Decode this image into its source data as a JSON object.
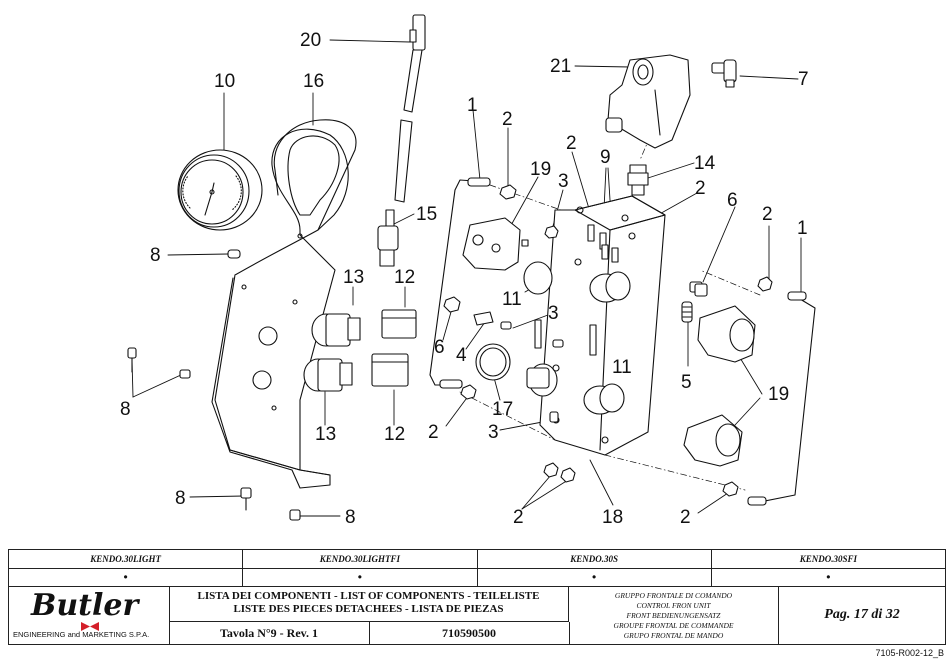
{
  "callouts": {
    "c20": "20",
    "c10": "10",
    "c16": "16",
    "c21": "21",
    "c7": "7",
    "c1a": "1",
    "c2a": "2",
    "c19a": "19",
    "c3a": "3",
    "c2b": "2",
    "c9": "9",
    "c14": "14",
    "c2c": "2",
    "c15": "15",
    "c8a": "8",
    "c13a": "13",
    "c12a": "12",
    "c6a": "6",
    "c2d": "2",
    "c1b": "1",
    "c11a": "11",
    "c3b": "3",
    "c6b": "6",
    "c4": "4",
    "c11b": "11",
    "c5": "5",
    "c19b": "19",
    "c8b": "8",
    "c13b": "13",
    "c12b": "12",
    "c2e": "2",
    "c17": "17",
    "c3c": "3",
    "c8c": "8",
    "c8d": "8",
    "c2f": "2",
    "c18": "18",
    "c2g": "2"
  },
  "models": [
    "KENDO.30LIGHT",
    "KENDO.30LIGHTFI",
    "KENDO.30S",
    "KENDO.30SFI"
  ],
  "model_marks": [
    "•",
    "•",
    "•",
    "•"
  ],
  "brand": {
    "name": "Butler",
    "subtitle": "ENGINEERING and MARKETING S.P.A."
  },
  "list_title": {
    "line1": "LISTA DEI COMPONENTI - LIST OF COMPONENTS - TEILELISTE",
    "line2": "LISTE DES PIECES DETACHEES - LISTA DE PIEZAS"
  },
  "tavola": "Tavola N°9 - Rev. 1",
  "code": "710590500",
  "group_desc": [
    "GRUPPO FRONTALE DI COMANDO",
    "CONTROL FRON UNIT",
    "FRONT BEDIENUNGENSATZ",
    "GROUPE FRONTAL DE COMMANDE",
    "GRUPO FRONTAL DE MANDO"
  ],
  "page": "Pag. 17 di 32",
  "doc_code": "7105-R002-12_B",
  "colors": {
    "ink": "#111111",
    "brand_red": "#d4202a"
  }
}
